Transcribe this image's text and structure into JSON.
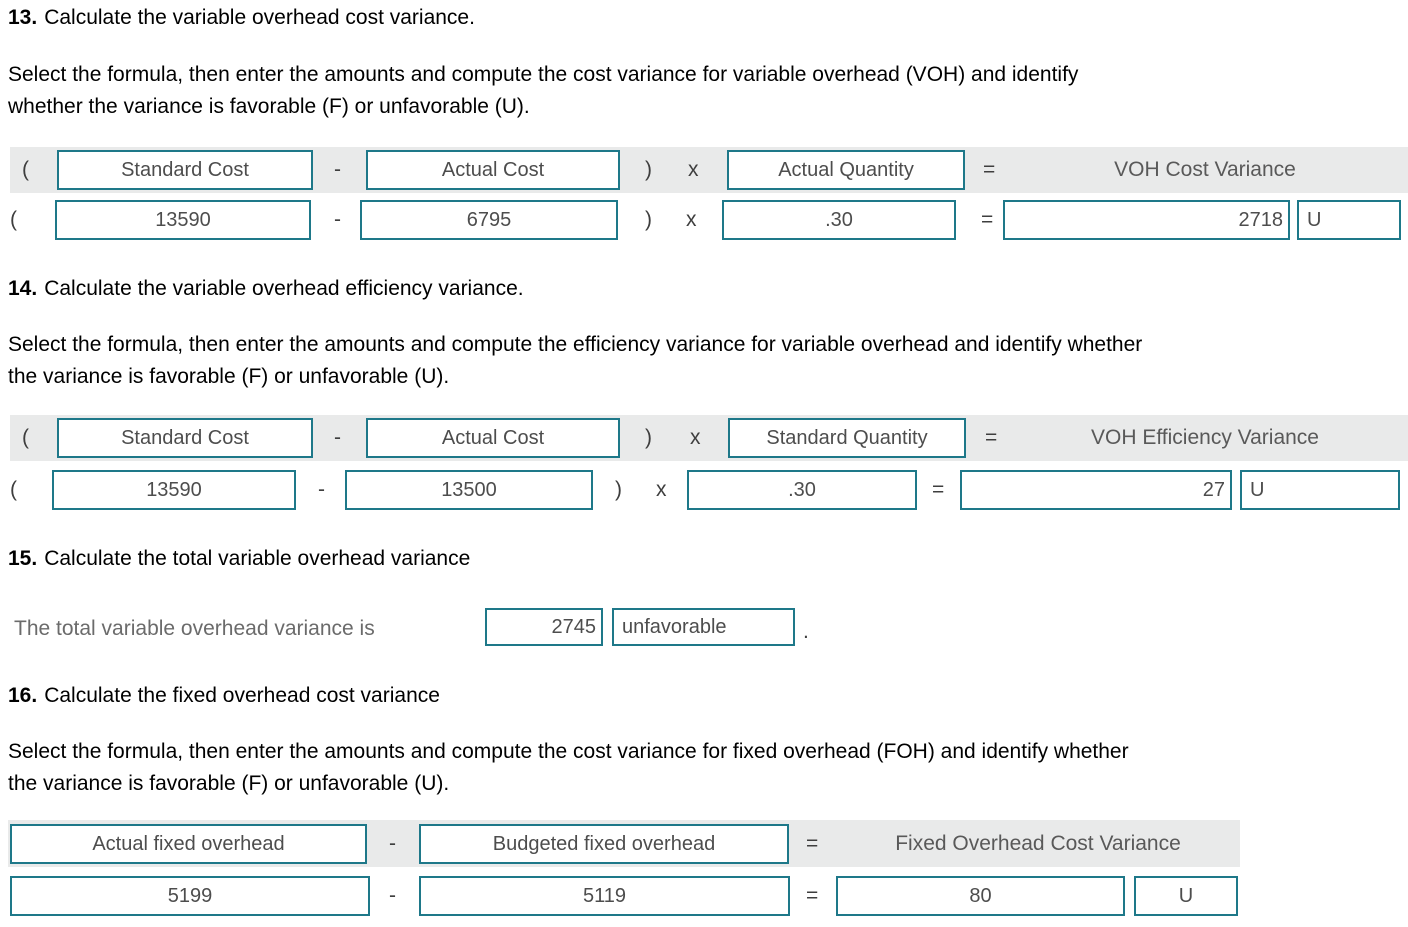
{
  "colors": {
    "box_border": "#1e7889",
    "formula_row_bg": "#e9eaea",
    "text_primary": "#000000",
    "text_muted": "#5a5a5a"
  },
  "ops": {
    "open": "(",
    "minus": "-",
    "close": ")",
    "times": "x",
    "equals": "=",
    "period": "."
  },
  "q13": {
    "number": "13.",
    "title": "Calculate the variable overhead cost variance.",
    "instructions": {
      "line1": "Select the formula, then enter the amounts and compute the cost variance for variable overhead (VOH) and identify",
      "line2": "whether the variance is favorable (F) or unfavorable (U)."
    },
    "formula": {
      "term1": "Standard Cost",
      "term2": "Actual Cost",
      "term3": "Actual Quantity",
      "result_label": "VOH Cost Variance"
    },
    "values": {
      "amount1": "13590",
      "amount2": "6795",
      "amount3": ".30",
      "result": "2718",
      "favorable_flag": "U"
    }
  },
  "q14": {
    "number": "14.",
    "title": "Calculate the variable overhead efficiency variance.",
    "instructions": {
      "line1": "Select the formula, then enter the amounts and compute the efficiency variance for variable overhead and identify whether",
      "line2": "the variance is favorable (F) or unfavorable (U)."
    },
    "formula": {
      "term1": "Standard Cost",
      "term2": "Actual Cost",
      "term3": "Standard Quantity",
      "result_label": "VOH Efficiency Variance"
    },
    "values": {
      "amount1": "13590",
      "amount2": "13500",
      "amount3": ".30",
      "result": "27",
      "favorable_flag": "U"
    }
  },
  "q15": {
    "number": "15.",
    "title": "Calculate the total variable overhead variance",
    "sentence": "The total variable overhead variance is",
    "values": {
      "amount": "2745",
      "direction": "unfavorable"
    }
  },
  "q16": {
    "number": "16.",
    "title": "Calculate the fixed overhead cost variance",
    "instructions": {
      "line1": "Select the formula, then enter the amounts and compute the cost variance for fixed overhead (FOH) and identify whether",
      "line2": "the variance is favorable (F) or unfavorable (U)."
    },
    "formula": {
      "term1": "Actual fixed overhead",
      "term2": "Budgeted fixed overhead",
      "result_label": "Fixed Overhead Cost Variance"
    },
    "values": {
      "amount1": "5199",
      "amount2": "5119",
      "result": "80",
      "favorable_flag": "U"
    }
  }
}
